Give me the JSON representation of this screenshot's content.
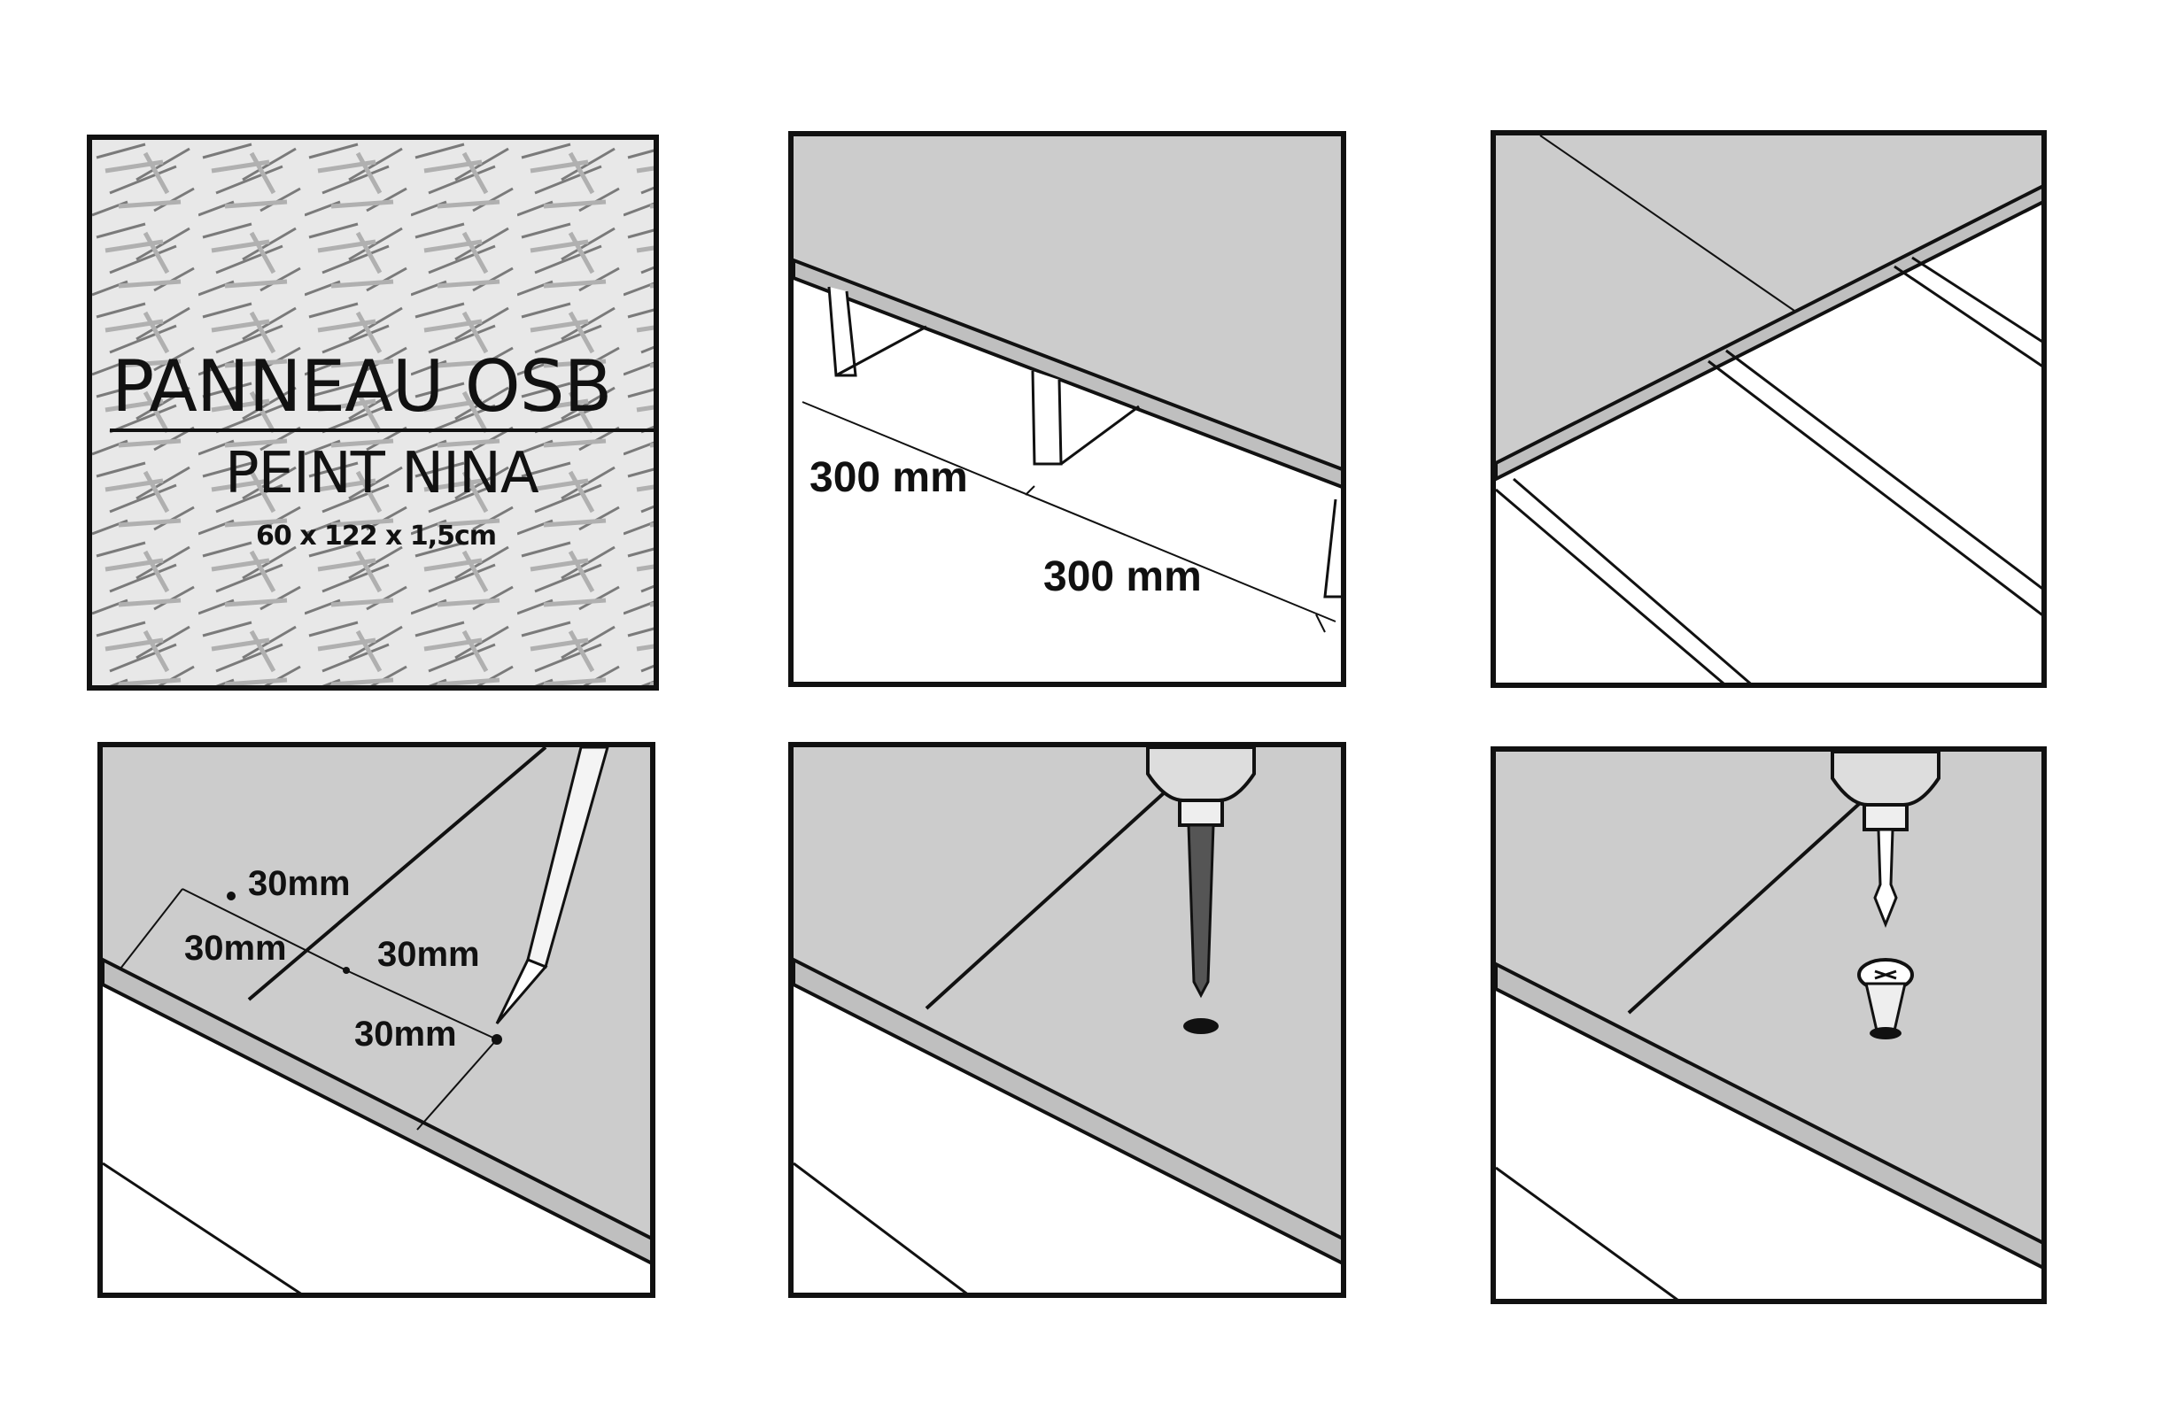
{
  "panel1": {
    "title": "PANNEAU OSB",
    "subtitle": "PEINT NINA",
    "dimensions": "60 x 122 x 1,5cm"
  },
  "panel2": {
    "spacing_label_1": "300 mm",
    "spacing_label_2": "300 mm"
  },
  "panel4": {
    "label_top": "30mm",
    "label_left": "30mm",
    "label_right": "30mm",
    "label_bottom": "30mm"
  },
  "colors": {
    "board_gray": "#cccccc",
    "line_black": "#111111",
    "background": "#ffffff"
  }
}
